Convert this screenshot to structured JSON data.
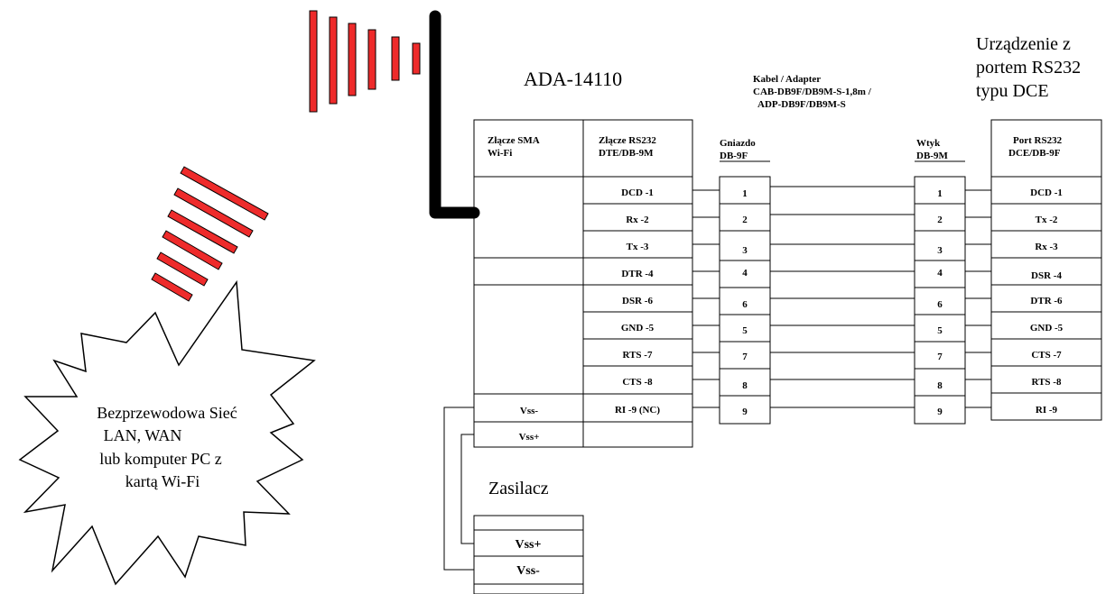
{
  "device_title": "ADA-14110",
  "cable_label": [
    "Kabel / Adapter",
    "CAB-DB9F/DB9M-S-1,8m /",
    "ADP-DB9F/DB9M-S"
  ],
  "dce_title": [
    "Urządzenie z",
    "portem RS232",
    "typu DCE"
  ],
  "header_sma": [
    "Złącze SMA",
    "Wi-Fi"
  ],
  "header_rs232": [
    "Złącze RS232",
    "DTE/DB-9M"
  ],
  "header_gniazdo": [
    "Gniazdo",
    "DB-9F"
  ],
  "header_wtyk": [
    "Wtyk",
    "DB-9M"
  ],
  "header_port": [
    "Port RS232",
    "DCE/DB-9F"
  ],
  "dte_pins": [
    "DCD -1",
    "Rx -2",
    "Tx -3",
    "DTR -4",
    "DSR -6",
    "GND -5",
    "RTS -7",
    "CTS -8",
    "RI -9 (NC)"
  ],
  "female_pins": [
    "1",
    "2",
    "3",
    "4",
    "6",
    "5",
    "7",
    "8",
    "9"
  ],
  "male_pins": [
    "1",
    "2",
    "3",
    "4",
    "6",
    "5",
    "7",
    "8",
    "9"
  ],
  "dce_pins": [
    "DCD -1",
    "Tx -2",
    "Rx -3",
    "DSR -4",
    "DTR -6",
    "GND -5",
    "CTS -7",
    "RTS -8",
    "RI -9"
  ],
  "power_left": [
    "Vss-",
    "Vss+"
  ],
  "psu_title": "Zasilacz",
  "psu_pins": [
    "Vss+",
    "Vss-"
  ],
  "network_label": [
    "Bezprzewodowa Sieć",
    "LAN, WAN",
    "lub komputer PC z",
    "kartą Wi-Fi"
  ],
  "colors": {
    "signal": "#ee2b2b",
    "antenna": "#000000",
    "line": "#000000"
  }
}
